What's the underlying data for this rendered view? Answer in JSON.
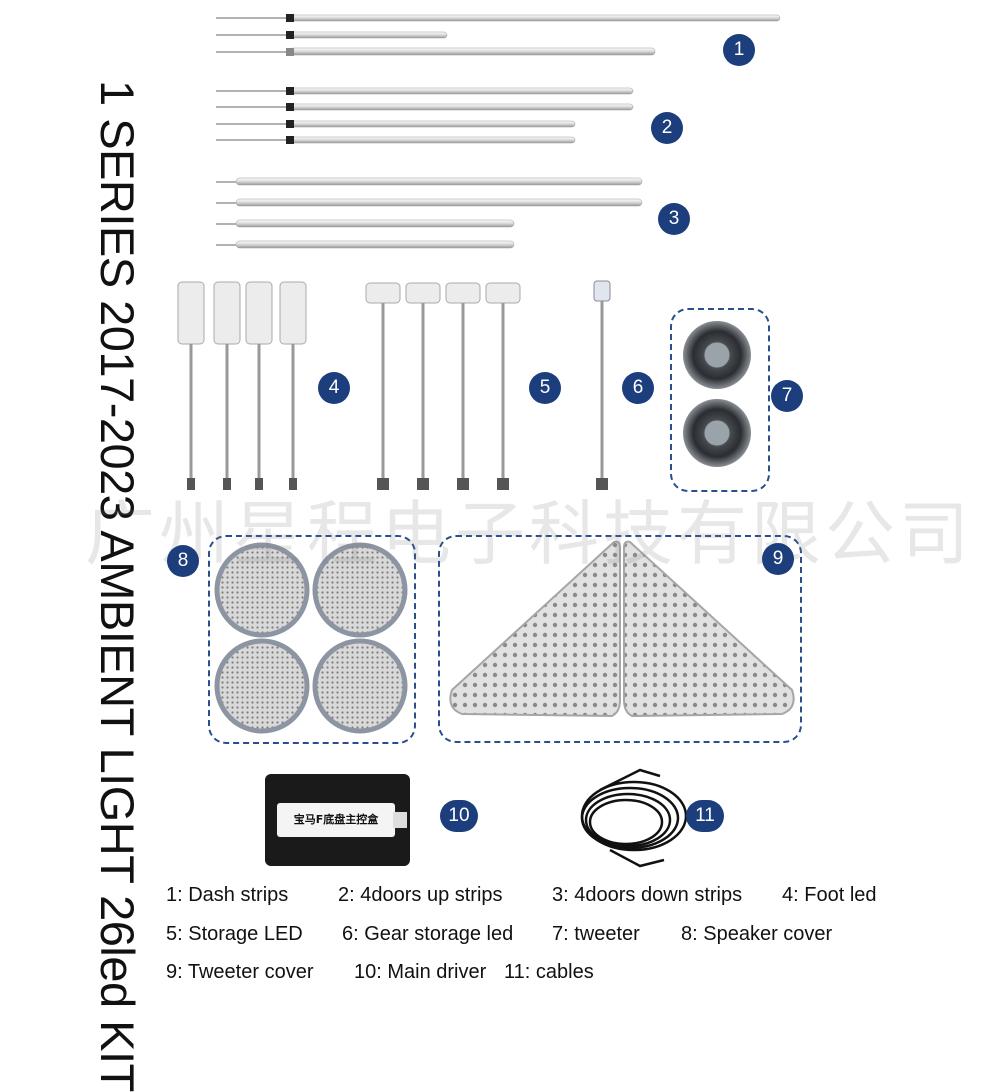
{
  "title": "1 SERIES 2017-2023 AMBIENT LIGHT 26led KIT",
  "watermark": "广州星程电子科技有限公司",
  "controller_label": "宝马F底盘主控盒",
  "badges": [
    "1",
    "2",
    "3",
    "4",
    "5",
    "6",
    "7",
    "8",
    "9",
    "10",
    "11"
  ],
  "captions": {
    "c1": "1:  Dash strips",
    "c2": "2: 4doors up strips",
    "c3": "3: 4doors down strips",
    "c4": "4: Foot led",
    "c5": "5: Storage LED",
    "c6": "6: Gear storage led",
    "c7": "7: tweeter",
    "c8": "8: Speaker cover",
    "c9": "9: Tweeter cover",
    "c10": "10: Main driver",
    "c11": "11: cables"
  },
  "colors": {
    "badge": "#1c3e7c",
    "dash_border": "#2a4f8f"
  }
}
